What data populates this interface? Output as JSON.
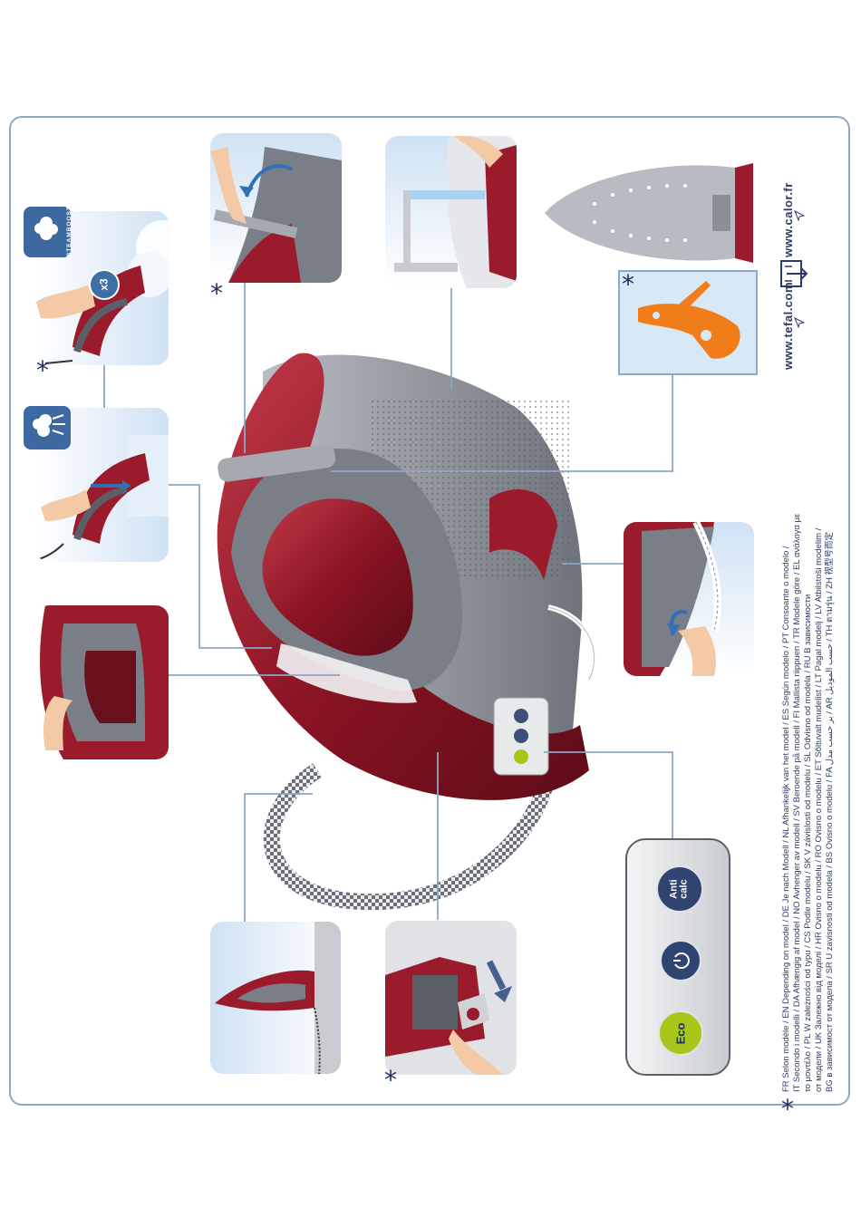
{
  "markers": {
    "asterisk": "*"
  },
  "badges": {
    "times3": "x3",
    "steamboost": "STEAMBOOST"
  },
  "control_panel": {
    "anti_calc": [
      "Anti",
      "calc"
    ],
    "power_icon": "power-icon",
    "eco": "Eco"
  },
  "footnote": {
    "line1": "FR Selon modèle / EN Depending on model / DE Je nach Modell / NL Afhankelijk van het model / ES Según modelo / PT Consoante o modelo /",
    "line2": "IT Secondo i modelli / DA Afhængig af model / NO Avhenger av modell / SV Beroende på modell / FI Mallista riippuen / TR Modele göre / EL ανάλογα με",
    "line3": "το μοντέλο / PL W zależności od typu / CS Podle modelu / SK V závislosti od modelu / SL Odvisno od modela / RU В зависимости",
    "line4": "от модели / UK Залежно від моделі / HR Ovisno o modelu / RO Ovisno o modelu / ET Sõltuvalt mudelist / LT Pagal modelį / LV Atbilstoši modelim /",
    "line5": "BG в зависимост от модела / SR U zavisnosti od modela / BS Ovisno o modelu / FA بر حسب مدل / AR حسب الموديل / TH ตามรุ่น / ZH 视型号而定"
  },
  "websites": {
    "tefal": "www.tefal.com",
    "calor": "www.calor.fr"
  },
  "colors": {
    "frame": "#8fa6c4",
    "iron_red": "#9a1c2c",
    "iron_grey": "#8c8f96",
    "panel_blue": "#cfe2f3",
    "accessory_orange": "#f07d1a",
    "eco_green": "#a6c61a",
    "button_navy": "#2f4470",
    "text_navy": "#2a3a68"
  }
}
